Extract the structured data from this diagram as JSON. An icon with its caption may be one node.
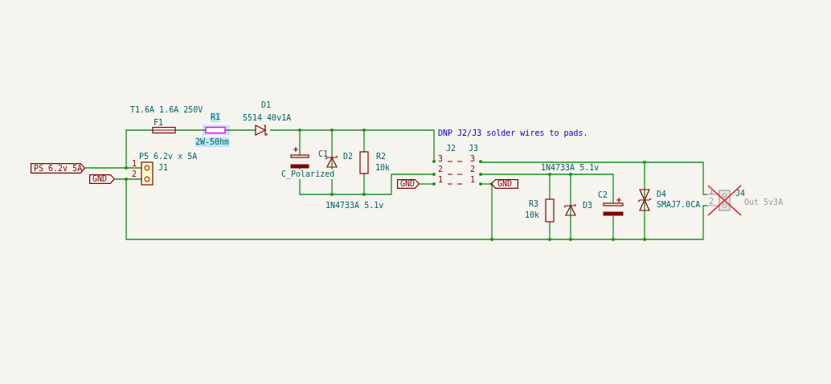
{
  "diagram": {
    "nodes": [
      {
        "text": [
          "PS 6.2v 5A"
        ]
      },
      {
        "text": [
          "GND"
        ]
      },
      {
        "text": [
          "GND"
        ]
      },
      {
        "text": [
          "GND"
        ]
      }
    ],
    "labels": [
      "D1",
      "T1.6A 1.6A 250V",
      "5514 40v1A",
      "F1",
      "R1",
      "DNP J2/J3 solder wires to pads.",
      "2W-50hm",
      "J2",
      "J3",
      "P5 6.2v x 5A",
      "C1",
      "D2",
      "R2",
      "3",
      "3",
      "1",
      "J1",
      "10k",
      "1N4733A 5.1v",
      "2",
      "2",
      "C_Polarized",
      "2",
      "1",
      "1",
      "1",
      "J4",
      "D4",
      "C2",
      "R3",
      "SMAJ7.0CA",
      "D3",
      "1N4733A 5.1v",
      "2",
      "Out 5v3A",
      "10k"
    ]
  }
}
